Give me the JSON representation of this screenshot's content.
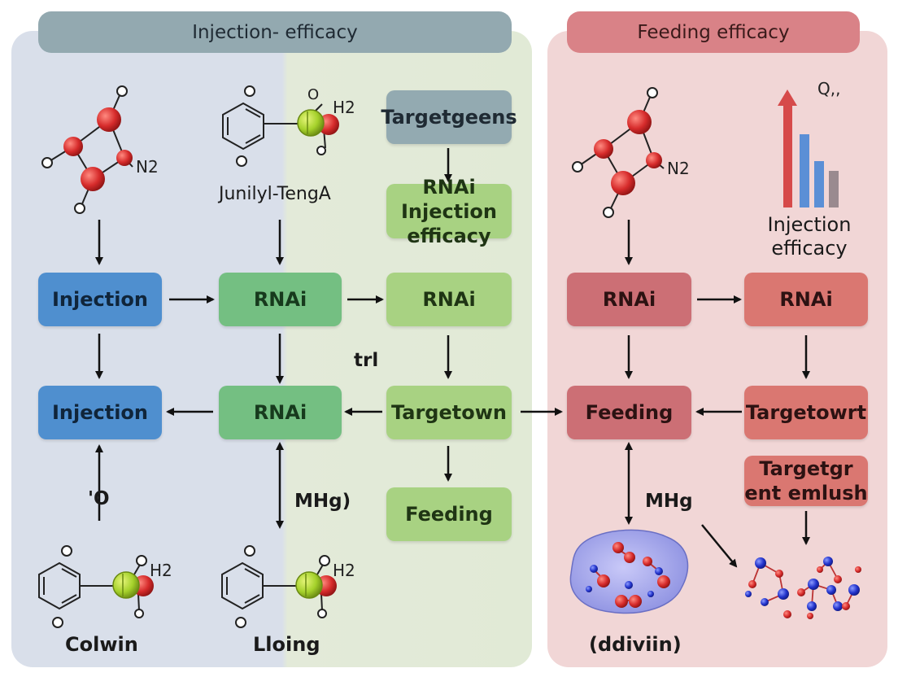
{
  "headers": {
    "left": "Injection- efficacy",
    "right": "Feeding efficacy"
  },
  "boxes": {
    "target_genes": "Targetgeens",
    "rnai_injection_efficacy": "RNAi Injection efficacy",
    "injection_1": "Injection",
    "rnai_1": "RNAi",
    "rnai_2": "RNAi",
    "rnai_3": "RNAi",
    "rnai_4": "RNAi",
    "injection_2": "Injection",
    "rnai_5": "RNAi",
    "targetown": "Targetown",
    "feeding_1": "Feeding",
    "feeding_2": "Feeding",
    "targetowrt": "Targetowrt",
    "targetgr_ent_emlush": "Targetgr ent emlush"
  },
  "labels": {
    "junilyl_tenga": "Junilyl-TengA",
    "trl": "trl",
    "o_label": "'O",
    "mhg_left": "MHg)",
    "mhg_right": "MHg",
    "colwin": "Colwin",
    "lloing": "Lloing",
    "ddiviin": "(ddiviin)",
    "injection_efficacy_right": "Injection efficacy",
    "chart_label": "Q,,",
    "n2": "N2",
    "h2": "H2",
    "o": "O"
  },
  "colors": {
    "blue": "#4f8fcf",
    "green": "#74bf82",
    "light_green": "#a8d282",
    "slate": "#93aab1",
    "rose": "#cc6f75",
    "red_atom": "#d62b2b",
    "blue_atom": "#2233cc",
    "yellow_green_atom": "#a5d12b"
  },
  "icons": [
    "molecule-icon",
    "benzene-ring-icon",
    "bar-chart-icon",
    "cell-cluster-icon",
    "particle-network-icon"
  ]
}
